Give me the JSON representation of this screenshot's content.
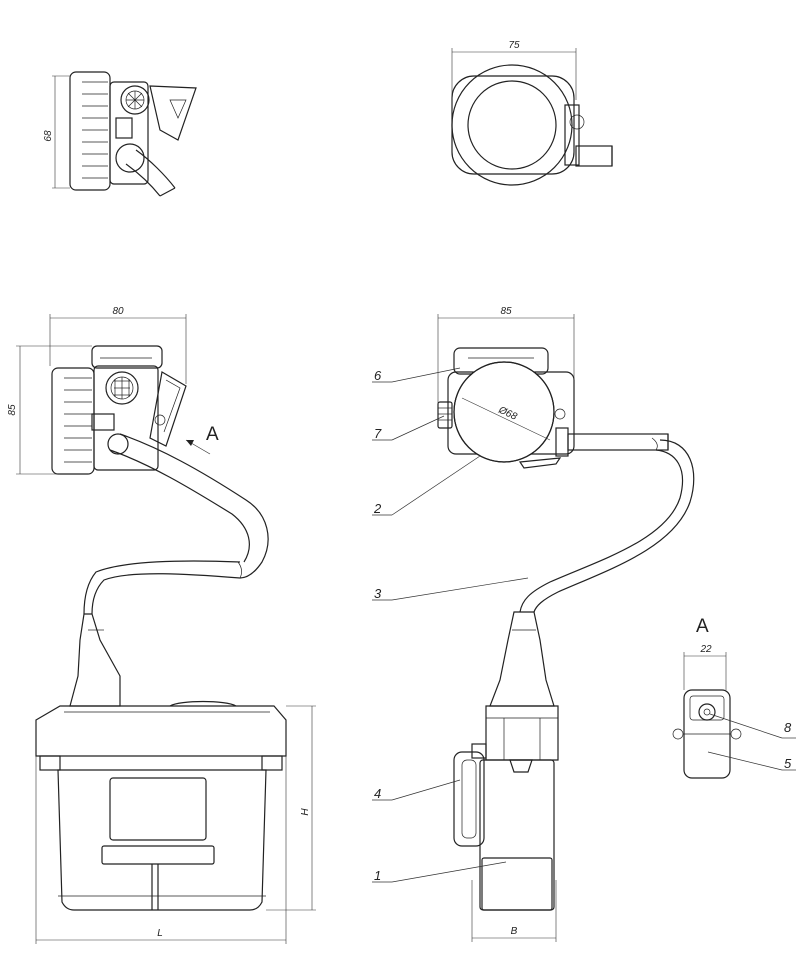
{
  "dimensions": {
    "top_left_height": "68",
    "top_right_width": "75",
    "side_width": "80",
    "side_height": "85",
    "front_width": "85",
    "lens_diameter": "Ø68",
    "view_a_width": "22",
    "battery_height": "H",
    "battery_length": "L",
    "battery_depth": "B"
  },
  "view_arrow_label": "A",
  "view_title": "A",
  "callouts": [
    "6",
    "7",
    "2",
    "3",
    "4",
    "1",
    "8",
    "5"
  ]
}
